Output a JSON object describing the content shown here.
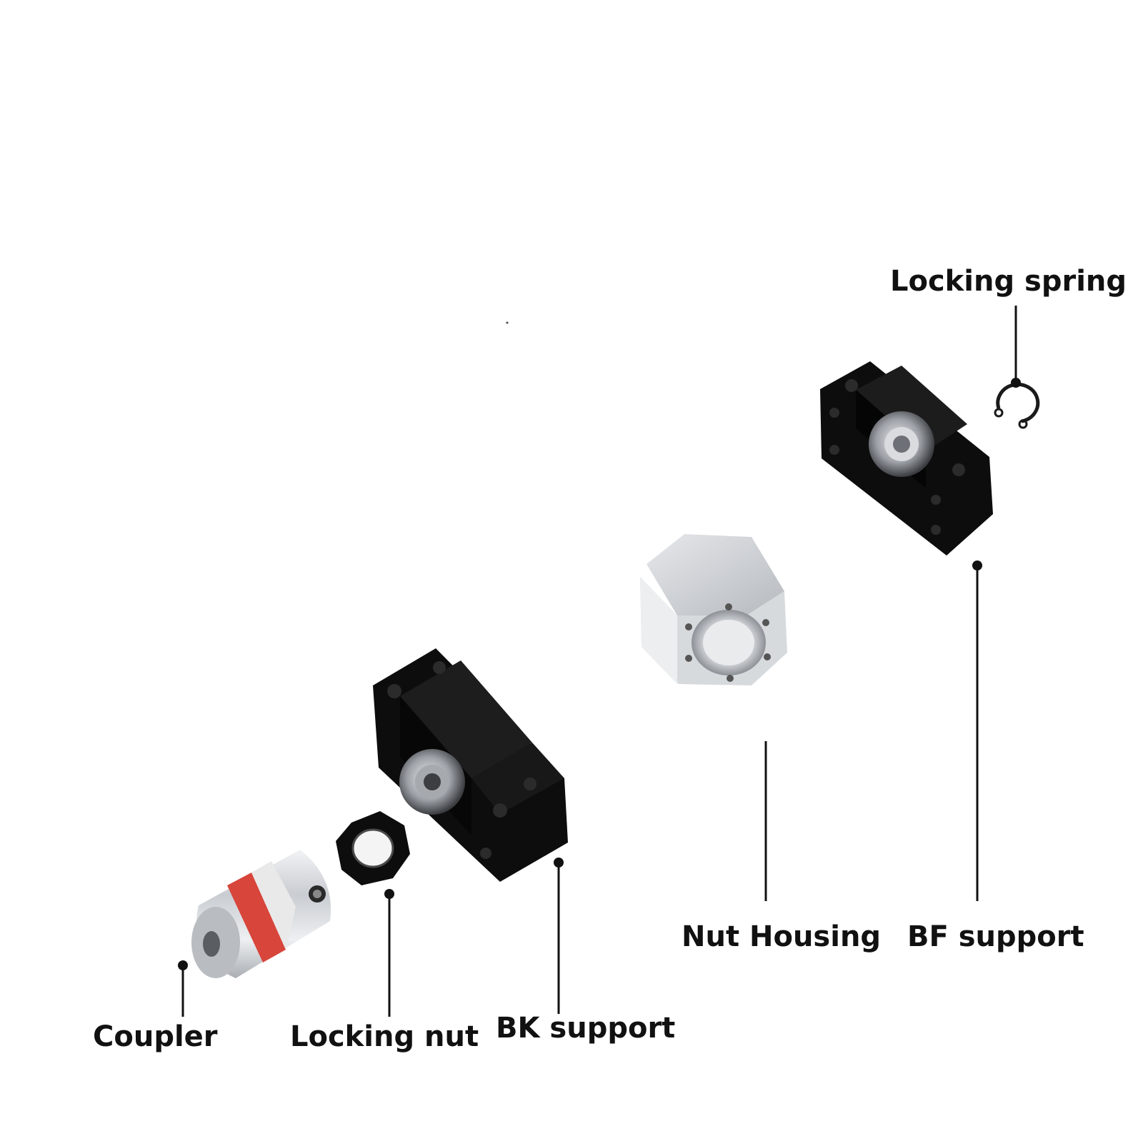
{
  "labels": {
    "locking_spring": "Locking spring",
    "bf_support": "BF support",
    "nut_housing": "Nut Housing",
    "bk_support": "BK support",
    "locking_nut": "Locking nut",
    "coupler": "Coupler"
  },
  "colors": {
    "background": "#ffffff",
    "text": "#111111",
    "black_anodized": "#0d0d0d",
    "aluminum": "#cfd2d6",
    "coupler_insert": "#d8453a"
  }
}
